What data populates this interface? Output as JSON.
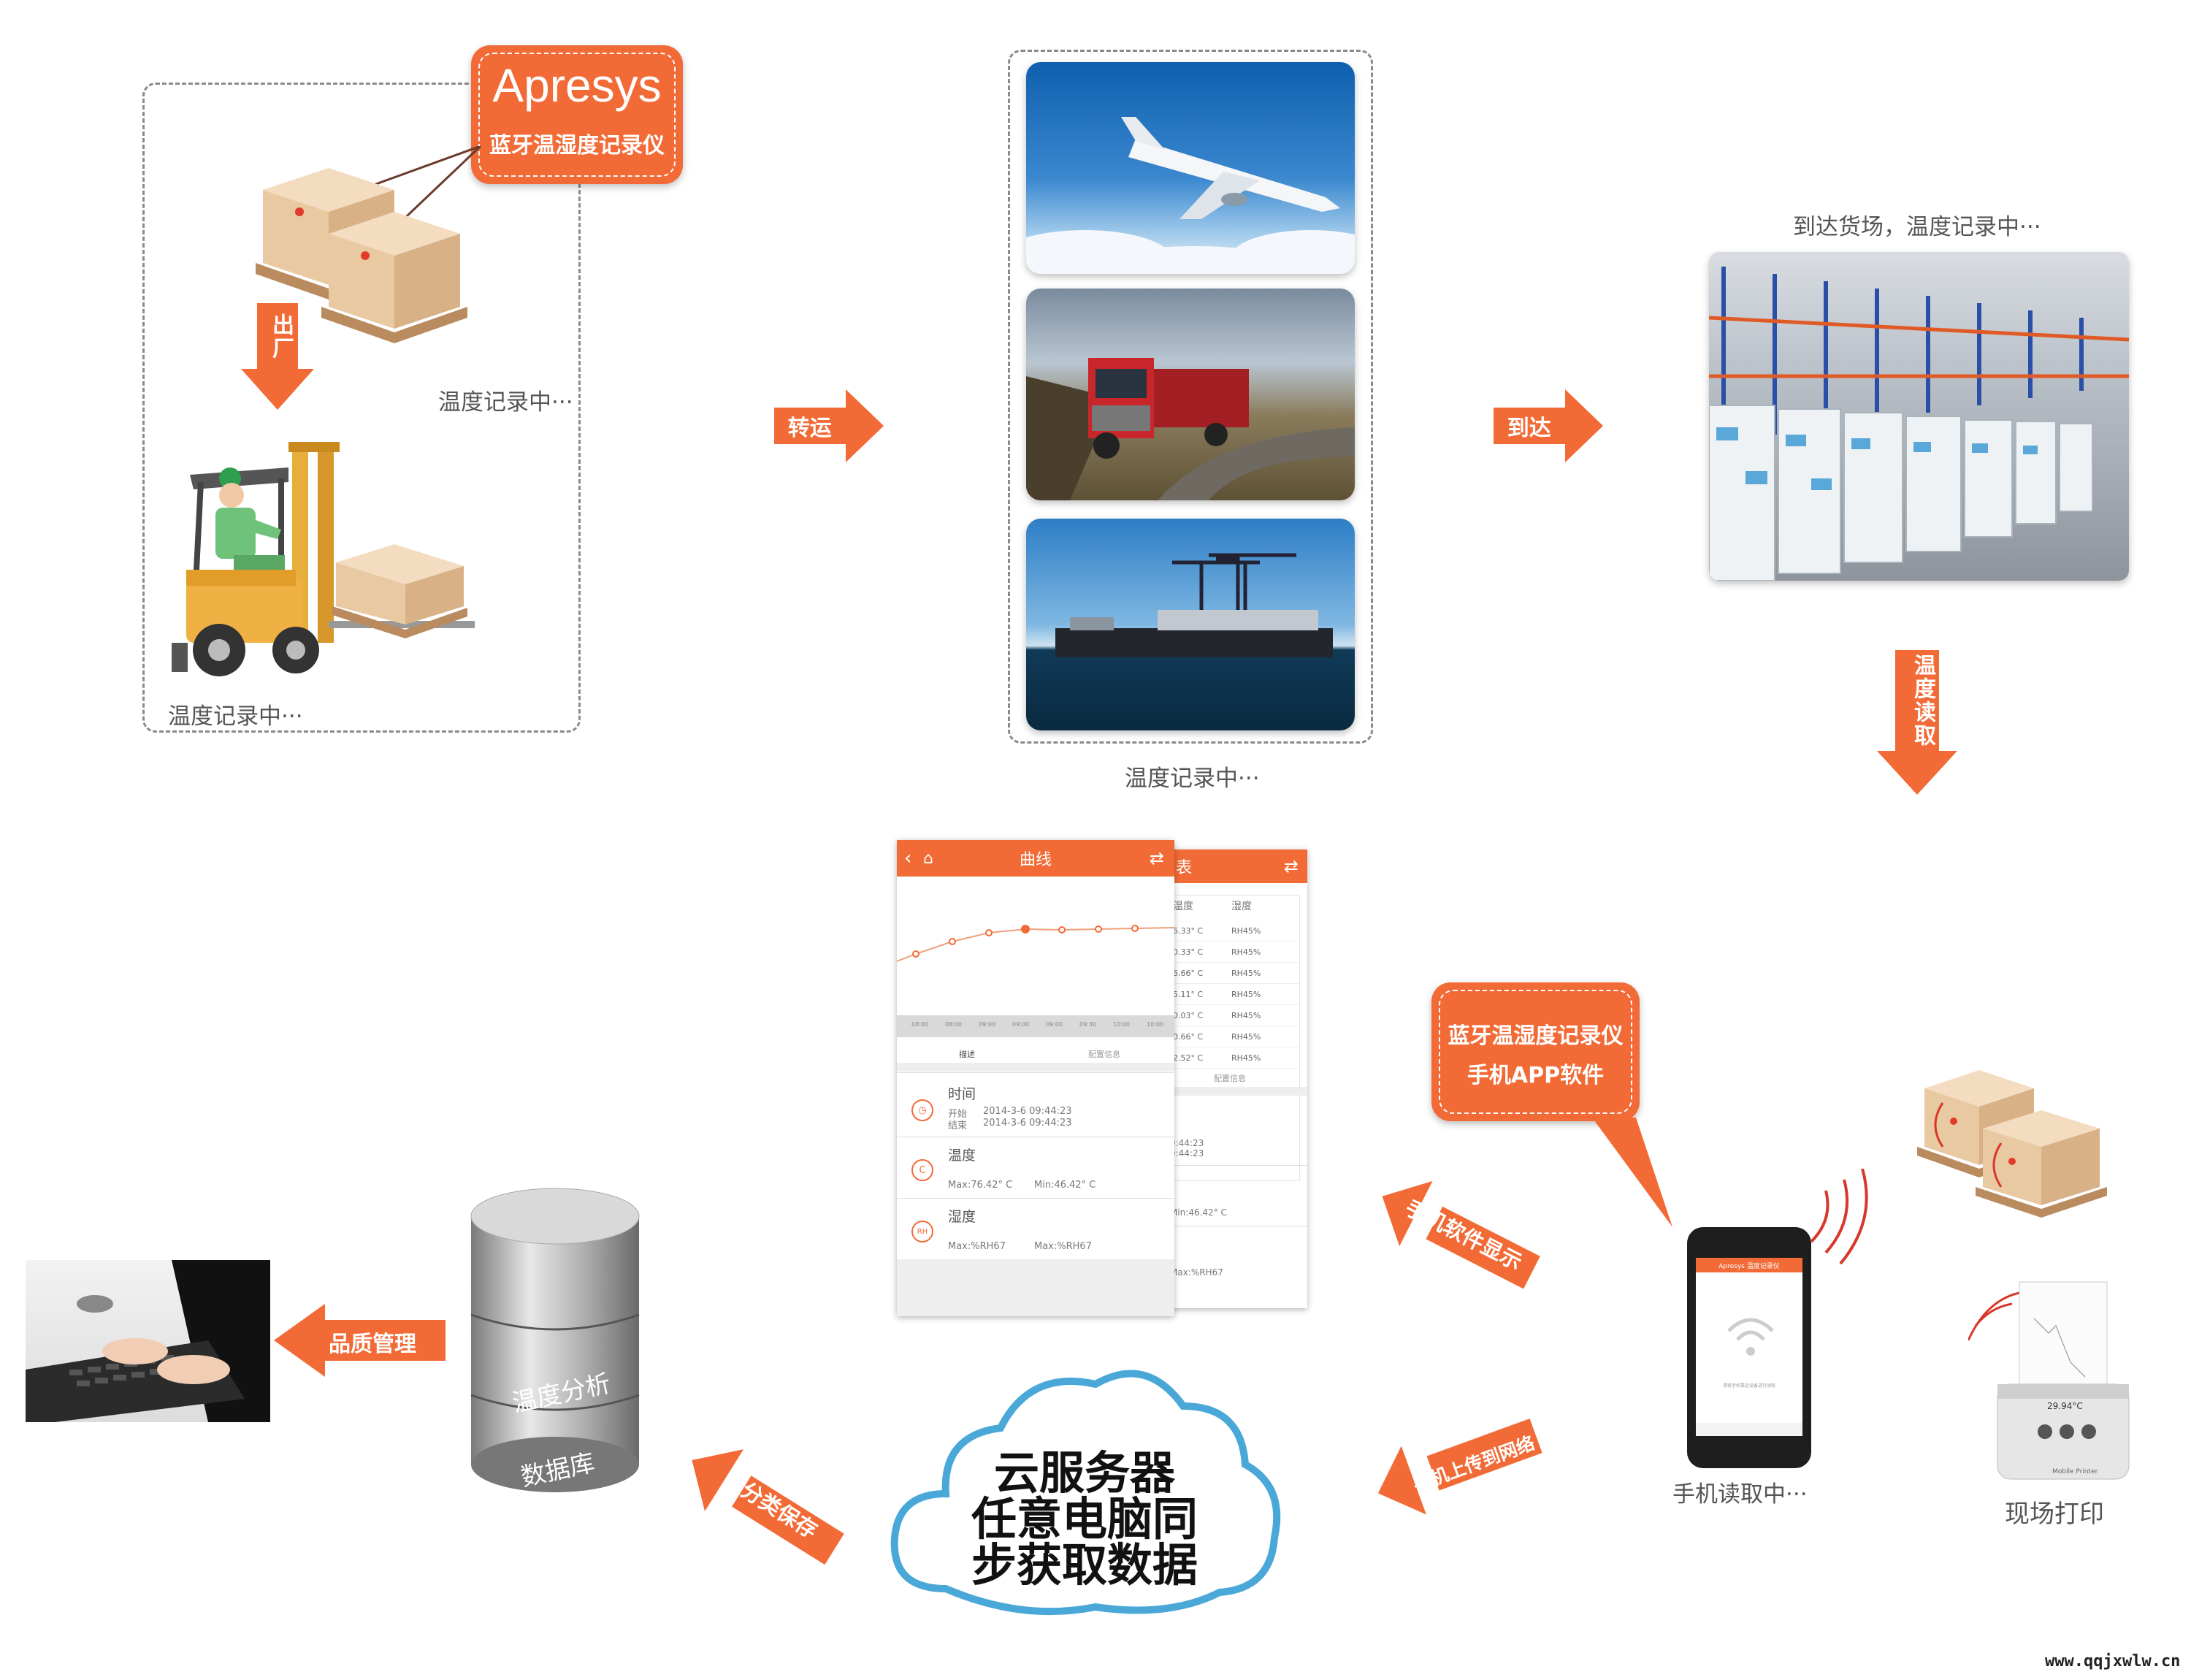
{
  "brand": {
    "name": "Apresys",
    "product": "蓝牙温湿度记录仪"
  },
  "arrows": {
    "leave_factory": "出厂",
    "transit": "转运",
    "arrive": "到达",
    "temp_read": "温度读取",
    "app_display": "手机软件显示",
    "upload": "手机上传到网络",
    "classify_save": "分类保存",
    "quality_mgmt": "品质管理"
  },
  "captions": {
    "recording_1": "温度记录中···",
    "recording_2": "温度记录中···",
    "recording_3": "温度记录中···",
    "warehouse": "到达货场，温度记录中···",
    "phone_reading": "手机读取中···",
    "onsite_print": "现场打印"
  },
  "app_callout": {
    "line1": "蓝牙温湿度记录仪",
    "line2": "手机APP软件"
  },
  "cloud": {
    "line1": "云服务器",
    "line2": "任意电脑同",
    "line3": "步获取数据"
  },
  "database": {
    "label1": "温度分析",
    "label2": "数据库"
  },
  "app_front": {
    "title": "曲线",
    "x_ticks": [
      "08:00",
      "08:00",
      "09:00",
      "09:00",
      "09:00",
      "09:30",
      "10:00",
      "10:00"
    ],
    "tabs": [
      "描述",
      "配置信息"
    ],
    "time": {
      "title": "时间",
      "start_label": "开始",
      "start": "2014-3-6 09:44:23",
      "end_label": "结束",
      "end": "2014-3-6 09:44:23"
    },
    "temp": {
      "title": "温度",
      "icon": "C",
      "max": "Max:76.42° C",
      "min": "Min:46.42° C"
    },
    "hum": {
      "title": "湿度",
      "icon": "RH",
      "max": "Max:%RH67",
      "min": "Max:%RH67"
    }
  },
  "app_back": {
    "title_fragment": "表",
    "col_temp": "温度",
    "col_hum": "湿度",
    "rows": [
      {
        "t": "6.33° C",
        "h": "RH45%"
      },
      {
        "t": "0.33° C",
        "h": "RH45%"
      },
      {
        "t": "6.66° C",
        "h": "RH45%"
      },
      {
        "t": "5.11° C",
        "h": "RH45%"
      },
      {
        "t": "0.03° C",
        "h": "RH45%"
      },
      {
        "t": "0.66° C",
        "h": "RH45%"
      },
      {
        "t": "2.52° C",
        "h": "RH45%"
      }
    ],
    "tab": "配置信息",
    "time1": "9:44:23",
    "time2": "9:44:23",
    "min": "Min:46.42° C",
    "hum": "Max:%RH67"
  },
  "phone": {
    "app_title": "Apresys 温度记录仪",
    "hint": "请将手机靠近设备进行读取"
  },
  "printer": {
    "value": "29.94°C",
    "brand": "Mobile Printer"
  },
  "watermark": "www.qqjxwlw.cn",
  "colors": {
    "accent": "#f26a36",
    "cloud_border": "#4aa8d8"
  }
}
